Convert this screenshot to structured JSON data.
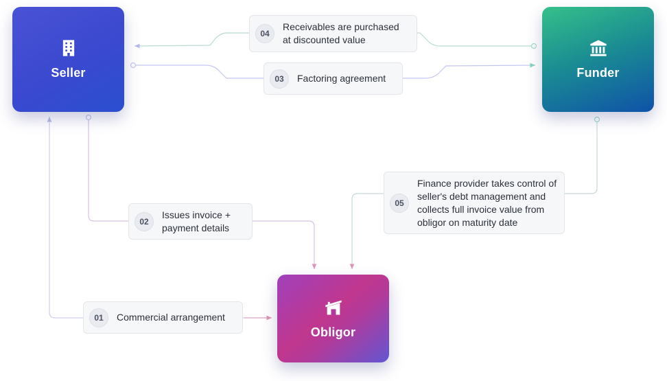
{
  "nodes": {
    "seller": {
      "label": "Seller",
      "icon": "building-icon"
    },
    "funder": {
      "label": "Funder",
      "icon": "bank-icon"
    },
    "obligor": {
      "label": "Obligor",
      "icon": "warehouse-icon"
    }
  },
  "steps": [
    {
      "number": "01",
      "text": "Commercial arrangement"
    },
    {
      "number": "02",
      "text": "Issues invoice + payment details"
    },
    {
      "number": "03",
      "text": "Factoring agreement"
    },
    {
      "number": "04",
      "text": "Receivables are purchased at discounted value"
    },
    {
      "number": "05",
      "text": "Finance provider takes control of seller's debt management and collects full invoice value from obligor on maturity date"
    }
  ],
  "colors": {
    "seller_to_funder": "#c3c6ef",
    "funder_link": "#9ddcc8",
    "to_obligor": "#e2a7c4",
    "obligor_to_seller": "#c7cbee"
  }
}
